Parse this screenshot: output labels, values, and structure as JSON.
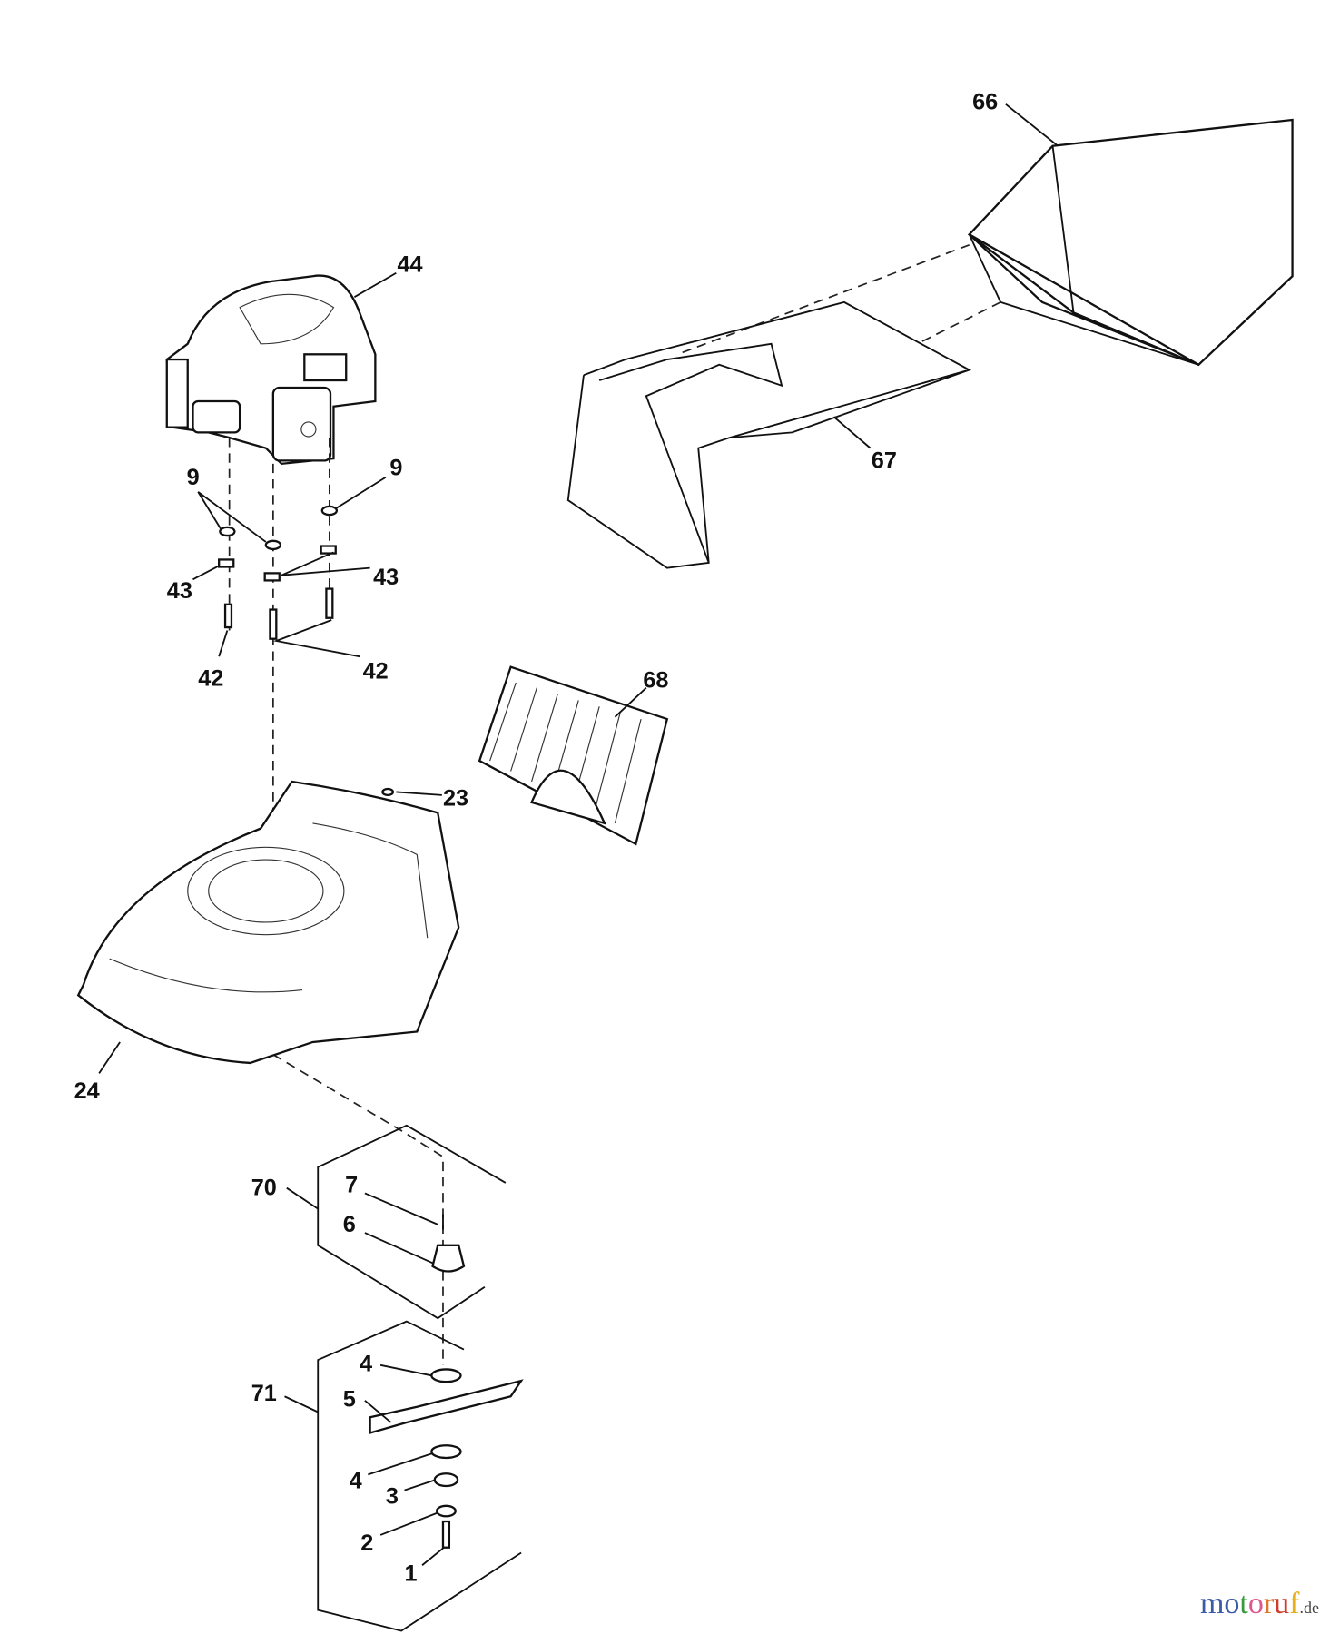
{
  "diagram": {
    "callouts": [
      {
        "id": "66",
        "text": "66"
      },
      {
        "id": "44",
        "text": "44"
      },
      {
        "id": "67",
        "text": "67"
      },
      {
        "id": "9a",
        "text": "9"
      },
      {
        "id": "9b",
        "text": "9"
      },
      {
        "id": "43a",
        "text": "43"
      },
      {
        "id": "43b",
        "text": "43"
      },
      {
        "id": "42a",
        "text": "42"
      },
      {
        "id": "42b",
        "text": "42"
      },
      {
        "id": "68",
        "text": "68"
      },
      {
        "id": "23",
        "text": "23"
      },
      {
        "id": "24",
        "text": "24"
      },
      {
        "id": "70",
        "text": "70"
      },
      {
        "id": "7",
        "text": "7"
      },
      {
        "id": "6",
        "text": "6"
      },
      {
        "id": "71",
        "text": "71"
      },
      {
        "id": "4a",
        "text": "4"
      },
      {
        "id": "5",
        "text": "5"
      },
      {
        "id": "4b",
        "text": "4"
      },
      {
        "id": "3",
        "text": "3"
      },
      {
        "id": "2",
        "text": "2"
      },
      {
        "id": "1",
        "text": "1"
      }
    ]
  },
  "logo": {
    "letters": [
      "m",
      "o",
      "t",
      "o",
      "r",
      "u",
      "f"
    ],
    "colors": [
      "#3b5aa8",
      "#3b5aa8",
      "#3a9a3a",
      "#e0568f",
      "#e0762a",
      "#d23a2a",
      "#e6b11c"
    ],
    "suffix": ".de"
  }
}
